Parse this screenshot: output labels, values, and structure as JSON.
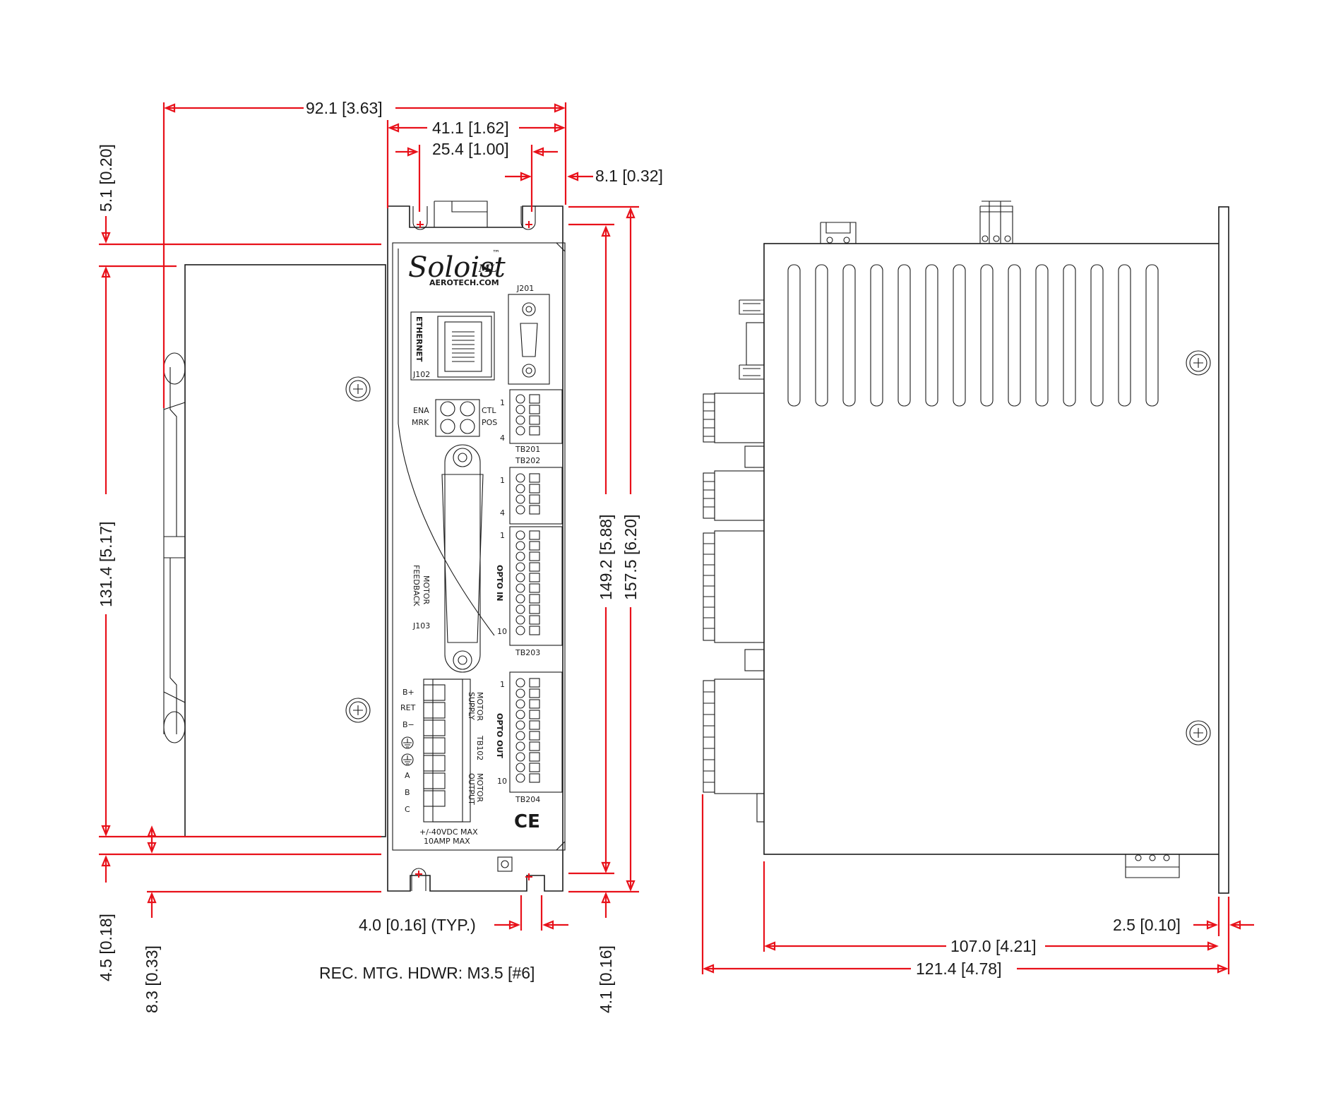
{
  "dimensions": {
    "overall_width": "92.1 [3.63]",
    "mount_width": "41.1 [1.62]",
    "hole_spacing": "25.4 [1.00]",
    "edge_offset": "8.1 [0.32]",
    "top_offset": "5.1 [0.20]",
    "body_height": "131.4 [5.17]",
    "hole_to_hole": "149.2 [5.88]",
    "overall_height": "157.5 [6.20]",
    "bottom_offset": "4.5 [0.18]",
    "bottom_flange": "8.3 [0.33]",
    "slot_width": "4.0 [0.16] (TYP.)",
    "slot_depth": "4.1 [0.16]",
    "side_depth": "107.0 [4.21]",
    "side_overall": "121.4 [4.78]",
    "flange_thickness": "2.5 [0.10]"
  },
  "hardware_note": "REC. MTG. HDWR: M3.5 [#6]",
  "panel": {
    "brand": "Soloist",
    "brand_suffix": "ML",
    "tm": "™",
    "website": "AEROTECH.COM",
    "ethernet_label": "ETHERNET",
    "j102": "J102",
    "j201": "J201",
    "ena": "ENA",
    "mrk": "MRK",
    "ctl": "CTL",
    "pos": "POS",
    "pin_1": "1",
    "pin_4": "4",
    "pin_10": "10",
    "tb201": "TB201",
    "tb202": "TB202",
    "tb203": "TB203",
    "tb204": "TB204",
    "motor_feedback_1": "MOTOR",
    "motor_feedback_2": "FEEDBACK",
    "j103": "J103",
    "opto_in": "OPTO IN",
    "opto_out": "OPTO OUT",
    "motor_supply_1": "MOTOR",
    "motor_supply_2": "SUPPLY",
    "tb102": "TB102",
    "motor_output_1": "MOTOR",
    "motor_output_2": "OUTPUT",
    "b_plus": "B+",
    "ret": "RET",
    "b_minus": "B−",
    "a": "A",
    "b": "B",
    "c": "C",
    "rating_1": "+/-40VDC MAX",
    "rating_2": "10AMP MAX",
    "ce_mark": "CE"
  },
  "colors": {
    "dimension_red": "#e8111a",
    "outline": "#1a1a1a"
  }
}
